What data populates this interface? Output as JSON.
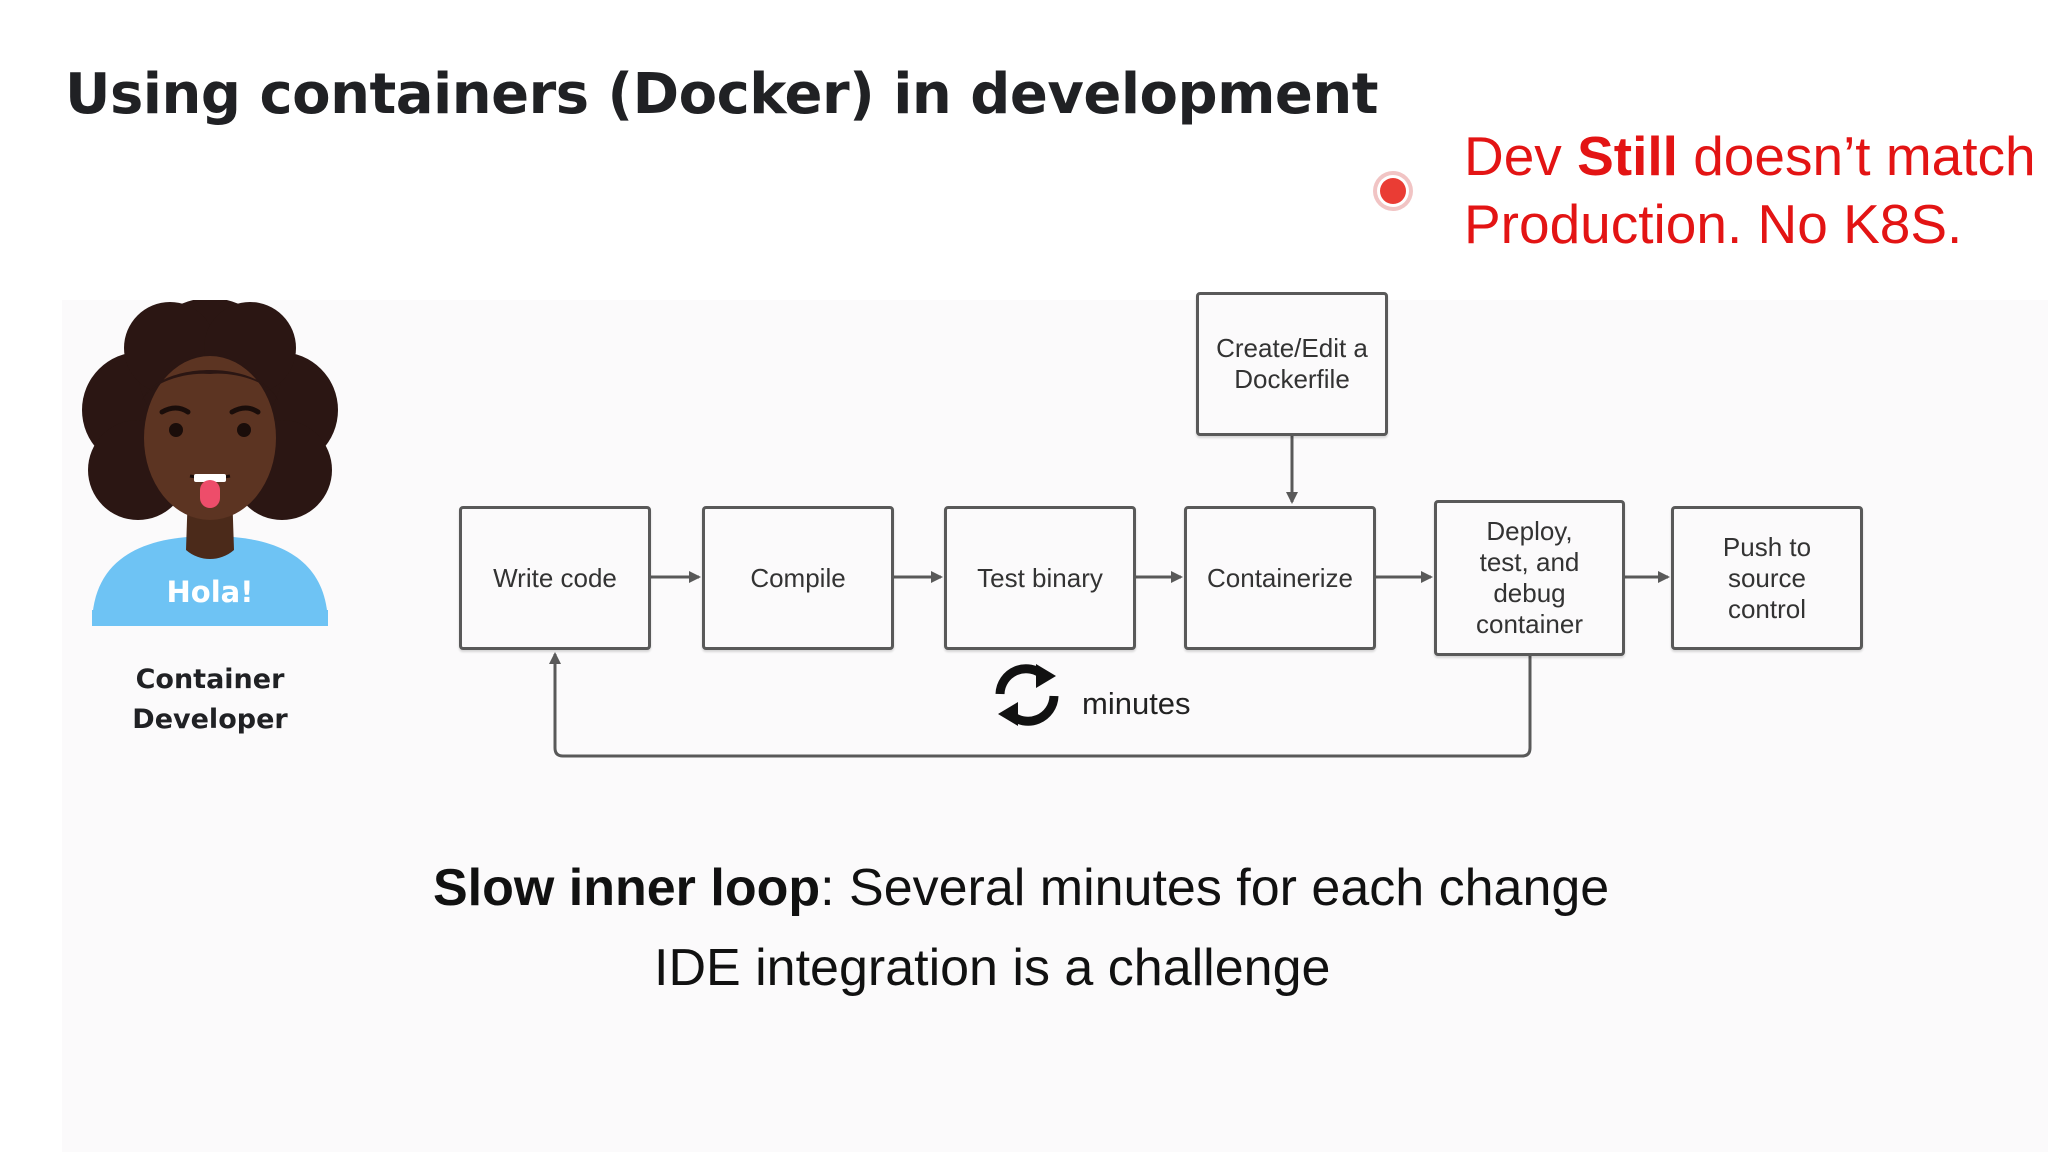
{
  "slide": {
    "title": "Using containers (Docker) in development",
    "note": {
      "line1_pre": "Dev ",
      "line1_bold": "Still",
      "line1_post": " doesn’t match",
      "line2": "Production. No K8S."
    },
    "record_icon": "record-dot-icon",
    "accent_color": "#e31414"
  },
  "developer": {
    "greeting": "Hola!",
    "label_line1": "Container",
    "label_line2": "Developer"
  },
  "flow": {
    "steps": [
      {
        "id": "write",
        "label": "Write code"
      },
      {
        "id": "compile",
        "label": "Compile"
      },
      {
        "id": "test",
        "label": "Test binary"
      },
      {
        "id": "containerize",
        "label": "Containerize"
      },
      {
        "id": "deploy",
        "label": "Deploy,\ntest, and\ndebug\ncontainer"
      },
      {
        "id": "push",
        "label": "Push to\nsource\ncontrol"
      }
    ],
    "dockerfile": "Create/Edit a\nDockerfile",
    "loop_label": "minutes",
    "loop_icon": "refresh-cycle-icon"
  },
  "summary": {
    "line1_bold": "Slow inner loop",
    "line1_rest": ": Several minutes for each change",
    "line2": "IDE integration is a challenge"
  }
}
